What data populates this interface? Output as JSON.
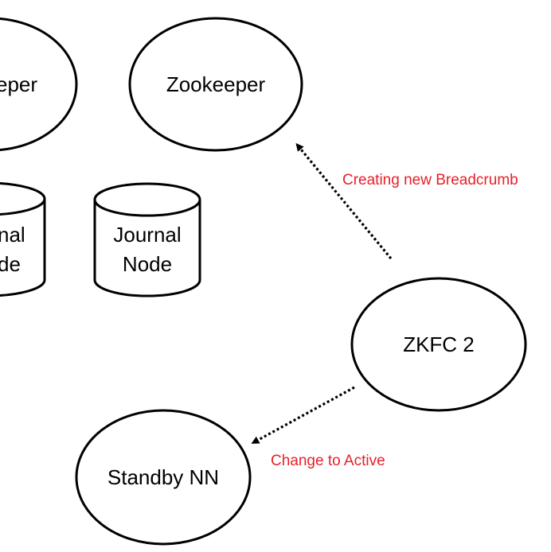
{
  "diagram": {
    "nodes": {
      "zookeeper_left": {
        "label": "eper"
      },
      "zookeeper": {
        "label": "Zookeeper"
      },
      "journal_node_left": {
        "line1": "nal",
        "line2": "de"
      },
      "journal_node": {
        "line1": "Journal",
        "line2": "Node"
      },
      "zkfc2": {
        "label": "ZKFC 2"
      },
      "standby_nn": {
        "label": "Standby NN"
      }
    },
    "edges": {
      "creating_breadcrumb": {
        "label": "Creating new Breadcrumb"
      },
      "change_to_active": {
        "label": "Change to Active"
      }
    }
  },
  "colors": {
    "edge_label": "#e8202a",
    "stroke": "#000000"
  }
}
